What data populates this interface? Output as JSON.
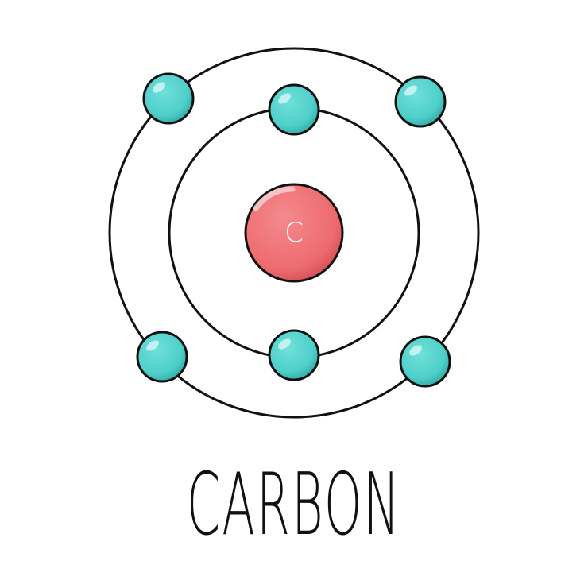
{
  "element": {
    "symbol": "C",
    "name": "CARBON"
  },
  "shells": [
    {
      "shell": 1,
      "electrons": 2
    },
    {
      "shell": 2,
      "electrons": 4
    }
  ],
  "colors": {
    "electron": "#4fcfc9",
    "electron_shade": "#2fa7a2",
    "nucleus": "#ee6b6f",
    "nucleus_shade": "#c8474d",
    "outline": "#111111",
    "orbit": "#111111",
    "background": "#ffffff"
  }
}
